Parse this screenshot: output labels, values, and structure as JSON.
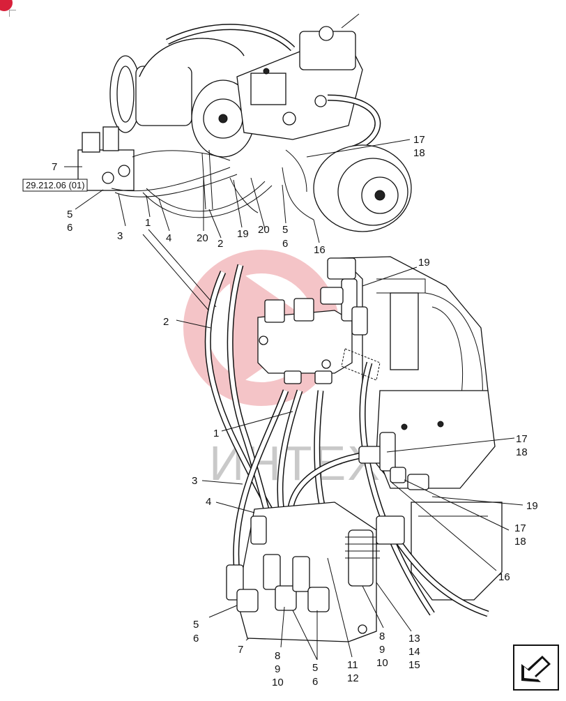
{
  "reference_box": "29.212.06 (01)",
  "watermark": "ИНТЕХ",
  "nav_icon": "arrow-down-left-icon",
  "badge_icon": "plus-badge-icon",
  "callouts_top": {
    "c7": "7",
    "c5": "5",
    "c6": "6",
    "c3": "3",
    "c1": "1",
    "c4": "4",
    "c20a": "20",
    "c2": "2",
    "c19": "19",
    "c20b": "20",
    "c5b": "5",
    "c6b": "6",
    "c16": "16",
    "c17": "17",
    "c18": "18"
  },
  "callouts_main": {
    "c19a": "19",
    "c2": "2",
    "c1": "1",
    "c3": "3",
    "c4": "4",
    "c17a": "17",
    "c18a": "18",
    "c19b": "19",
    "c17b": "17",
    "c18b": "18",
    "c16": "16",
    "c5": "5",
    "c6": "6",
    "c7": "7",
    "c8a": "8",
    "c9a": "9",
    "c10a": "10",
    "c5b": "5",
    "c6b": "6",
    "c11": "11",
    "c12": "12",
    "c8b": "8",
    "c9b": "9",
    "c10b": "10",
    "c13": "13",
    "c14": "14",
    "c15": "15"
  }
}
